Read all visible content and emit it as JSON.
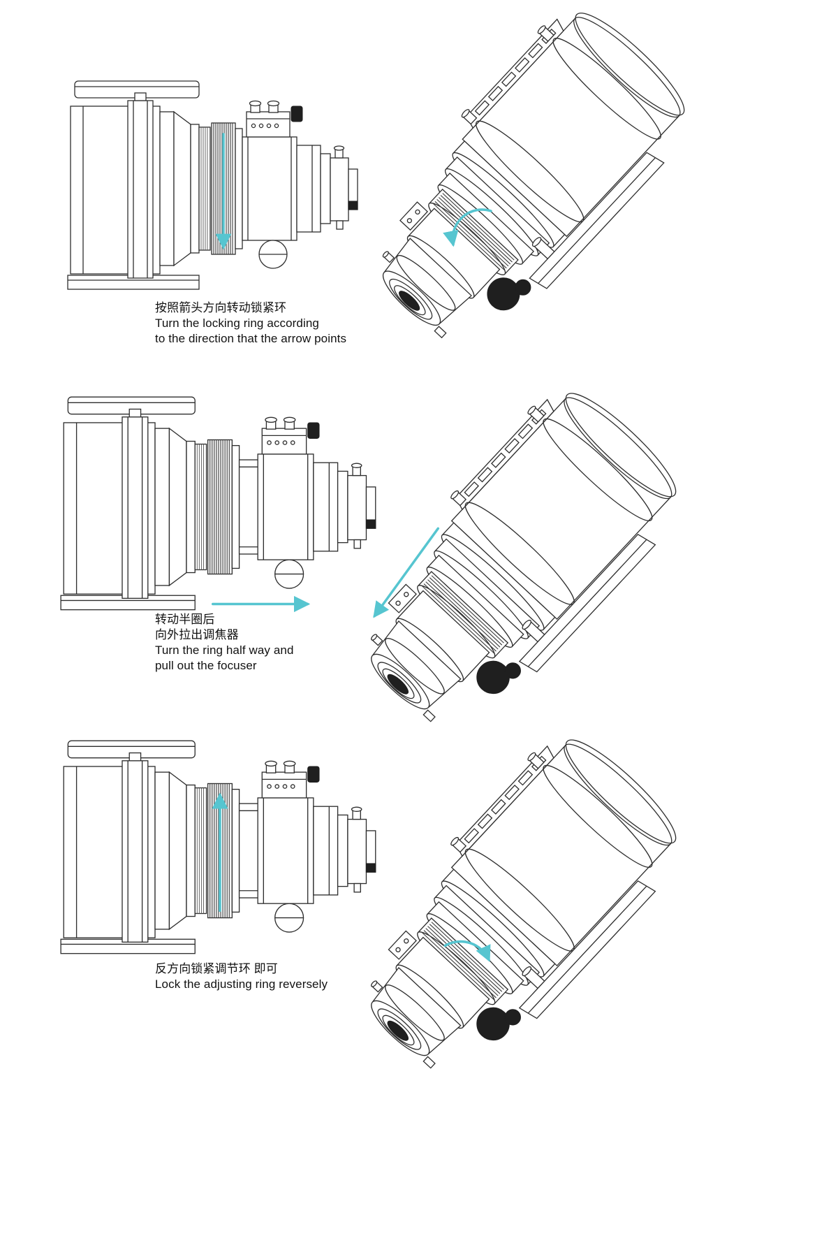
{
  "page": {
    "background": "#ffffff",
    "accent_color": "#56c5d0",
    "line_color": "#2e2e2e"
  },
  "steps": [
    {
      "name": "turn-locking-ring",
      "caption_lines": [
        "按照箭头方向转动锁紧环",
        "Turn the locking ring according",
        "to the direction that the arrow points"
      ],
      "arrows": {
        "side_view": "down-along-locking-ring",
        "iso_view": "counterclockwise-around-ring"
      }
    },
    {
      "name": "pull-out-focuser",
      "caption_lines": [
        "转动半圈后",
        "向外拉出调焦器",
        "Turn the ring half way and",
        "pull out the focuser"
      ],
      "arrows": {
        "side_view": "outward-right",
        "iso_view": "outward-down-left"
      }
    },
    {
      "name": "lock-adjusting-ring",
      "caption_lines": [
        "反方向锁紧调节环 即可",
        "Lock the adjusting ring reversely"
      ],
      "arrows": {
        "side_view": "up-along-locking-ring",
        "iso_view": "clockwise-around-ring"
      }
    }
  ]
}
